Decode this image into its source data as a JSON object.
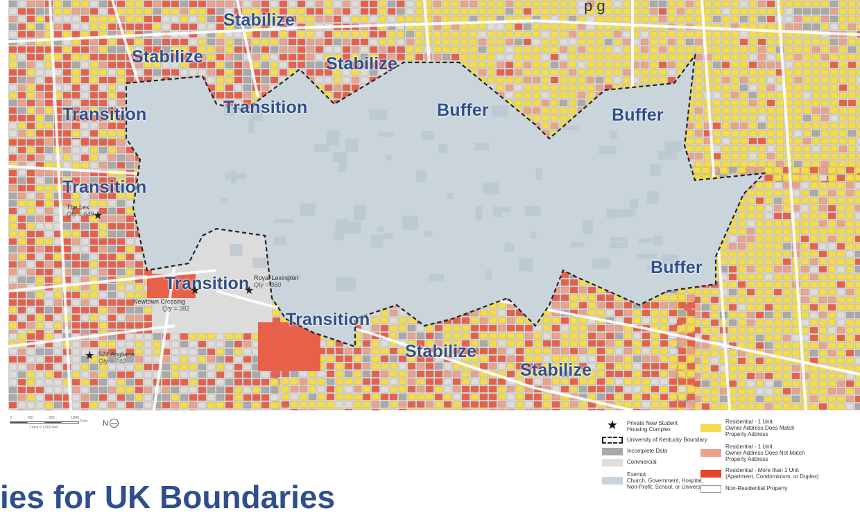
{
  "map": {
    "top_text": "p                g",
    "zone_labels": {
      "stabilize_1": "Stabilize",
      "stabilize_2": "Stabilize",
      "stabilize_3": "Stabilize",
      "stabilize_4": "Stabilize",
      "stabilize_5": "Stabilize",
      "transition_1": "Transition",
      "transition_2": "Transition",
      "transition_3": "Transition",
      "transition_4": "Transition",
      "transition_5": "Transition",
      "buffer_1": "Buffer",
      "buffer_2": "Buffer",
      "buffer_3": "Buffer"
    },
    "complexes": {
      "the_lex": {
        "name": "The Lex",
        "qty": "Qty = 649"
      },
      "royal_lexington": {
        "name": "Royal Lexington",
        "qty": "Qty = 360"
      },
      "newtown_crossing": {
        "name": "Newtown Crossing",
        "qty": "Qty = 382"
      },
      "angliana": {
        "name": "524 Angliana",
        "qty": "Qty = 740"
      }
    },
    "colors": {
      "background": "#dcdcdc",
      "campus": "#c9d4db",
      "owner_match": "#f5dc4a",
      "owner_not_match": "#eba28c",
      "multi_unit": "#e8604a",
      "commercial": "#e0dcd9",
      "incomplete": "#a9a9a9",
      "label": "#2e4f8c"
    },
    "star_icon": "star-icon"
  },
  "scale": {
    "ticks": [
      "0",
      "250",
      "500",
      "1,000"
    ],
    "unit": "Feet",
    "ratio": "1 inch = 1,000 feet",
    "north_label": "N"
  },
  "legend": {
    "private_housing": [
      "Private New Student",
      "Housing Complex"
    ],
    "uk_boundary": "University of Kentucky Boundary",
    "incomplete": "Incomplete Data",
    "commercial": "Commercial",
    "exempt": [
      "Exempt",
      "Church, Government, Hospital,",
      "Non-Profit, School, or University"
    ],
    "res_match": [
      "Residential - 1 Unit",
      "Owner Address Does Match",
      "Property Address"
    ],
    "res_not_match": [
      "Residential - 1 Unit",
      "Owner Address Does Not Match",
      "Property Address"
    ],
    "res_multi": [
      "Residential - More than 1 Unit",
      "(Apartment, Condominium, or Duplex)"
    ],
    "non_residential": "Non-Residential Property"
  },
  "bottom_title": "ies for UK Boundaries"
}
